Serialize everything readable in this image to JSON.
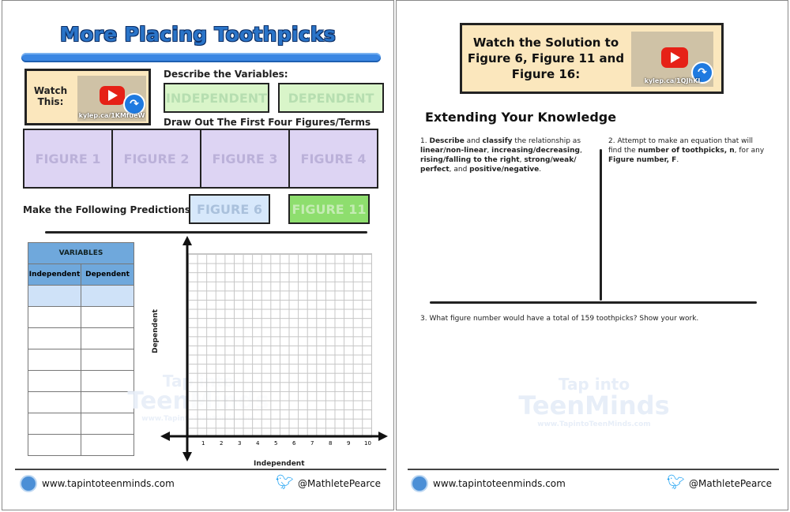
{
  "left": {
    "title": "More Placing Toothpicks",
    "watch": {
      "label": "Watch This:",
      "url": "kylep.ca/1KMfueW"
    },
    "variables_heading": "Describe the Variables:",
    "independent_box": "INDEPENDENT",
    "dependent_box": "DEPENDENT",
    "figures_heading": "Draw Out The First Four Figures/Terms",
    "figures": [
      "FIGURE 1",
      "FIGURE 2",
      "FIGURE 3",
      "FIGURE 4"
    ],
    "predictions_label": "Make the Following Predictions:",
    "prediction_boxes": [
      "FIGURE 6",
      "FIGURE 11"
    ],
    "table": {
      "title": "VARIABLES",
      "col1": "Independent",
      "col2": "Dependent"
    },
    "graph": {
      "ylabel": "Dependent",
      "xlabel": "Independent",
      "ticks": [
        "1",
        "2",
        "3",
        "4",
        "5",
        "6",
        "7",
        "8",
        "9",
        "10"
      ]
    },
    "watermark": {
      "line1": "Tap into",
      "line2": "TeenMinds",
      "line3": "www.TapintoTeenMinds.com"
    },
    "footer": {
      "site": "www.tapintoteenminds.com",
      "handle": "@MathletePearce"
    }
  },
  "right": {
    "solution_heading": "Watch the Solution to Figure 6, Figure 11 and Figure 16:",
    "solution_url": "kylep.ca/1QJhKI",
    "section_title": "Extending Your Knowledge",
    "item1_num": "1.",
    "item1": [
      {
        "b": "Describe",
        "t": " and "
      },
      {
        "b": "classify",
        "t": " the relationship as "
      },
      {
        "b": "linear/non-linear",
        "t": ", "
      },
      {
        "b": "increasing/decreasing",
        "t": ", "
      },
      {
        "b": "rising/falling to the right",
        "t": ", "
      },
      {
        "b": "strong/weak/ perfect",
        "t": ", and "
      },
      {
        "b": "positive/negative",
        "t": "."
      }
    ],
    "item2_num": "2.",
    "item2": [
      {
        "b": "",
        "t": "Attempt to make an equation that will find the "
      },
      {
        "b": "number of toothpicks, n",
        "t": ", for any "
      },
      {
        "b": "Figure number, F",
        "t": "."
      }
    ],
    "item3": "3. What figure number would have a total of 159 toothpicks? Show your work.",
    "watermark": {
      "line1": "Tap into",
      "line2": "TeenMinds",
      "line3": "www.TapintoTeenMinds.com"
    },
    "footer": {
      "site": "www.tapintoteenminds.com",
      "handle": "@MathletePearce"
    }
  },
  "colors": {
    "title_blue": "#2a74c8",
    "watch_bg": "#fbe7bd",
    "independent": "#d9f5c9",
    "figure": "#ddd4f3",
    "fig6": "#d7e8fb",
    "fig11": "#8ede6e",
    "table_header": "#6fa8dc"
  },
  "icons": [
    "play-icon",
    "share-icon",
    "globe-logo-icon",
    "twitter-bird-icon"
  ]
}
